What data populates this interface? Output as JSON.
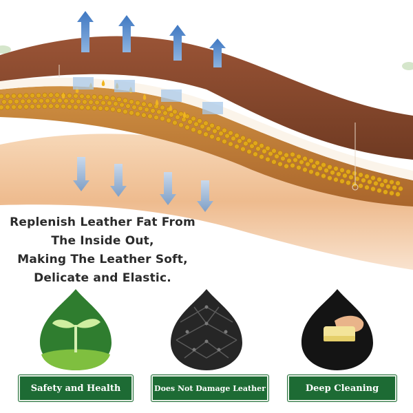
{
  "headline": {
    "line1": "Replenish Leather Fat From",
    "line2": "The Inside Out,",
    "line3": "Making The Leather Soft,",
    "line4": "Delicate and Elastic."
  },
  "features": [
    {
      "label": "Safety and Health",
      "icon": "sprout-icon"
    },
    {
      "label": "Does Not Damage Leather",
      "icon": "tufted-leather-icon"
    },
    {
      "label": "Deep Cleaning",
      "icon": "sponge-hand-icon"
    }
  ],
  "colors": {
    "badge_green": "#1d6b34",
    "top_layer": "#8a4a2e",
    "fat_layer": "#c98a3c",
    "fat_dots": "#e0a81a",
    "base_layer": "#f1c9a2",
    "arrow_blue": "#4f86c6"
  }
}
